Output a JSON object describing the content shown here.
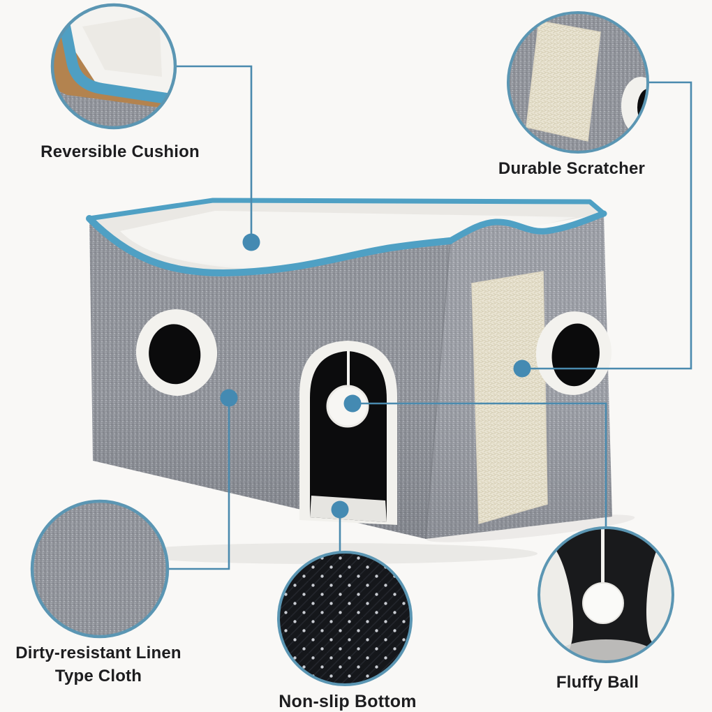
{
  "colors": {
    "background": "#f9f8f6",
    "leader_line_blue": "#4a8aae",
    "dot_blue": "#448ab2",
    "callout_border_blue": "#5b96b3",
    "product_trim_blue": "#4fa0c4",
    "fabric_gray": "#91949a",
    "sisal_cream": "#ece7d7",
    "plush_white": "#f6f5f2",
    "hole_black": "#0b0b0c",
    "label_text": "#1d1d1f"
  },
  "callouts": [
    {
      "id": "reversible-cushion",
      "label": "Reversible Cushion"
    },
    {
      "id": "durable-scratcher",
      "label": "Durable Scratcher"
    },
    {
      "id": "dirty-resistant-linen",
      "lines": [
        "Dirty-resistant Linen",
        "Type Cloth"
      ]
    },
    {
      "id": "non-slip-bottom",
      "label": "Non-slip Bottom"
    },
    {
      "id": "fluffy-ball",
      "label": "Fluffy Ball"
    }
  ]
}
